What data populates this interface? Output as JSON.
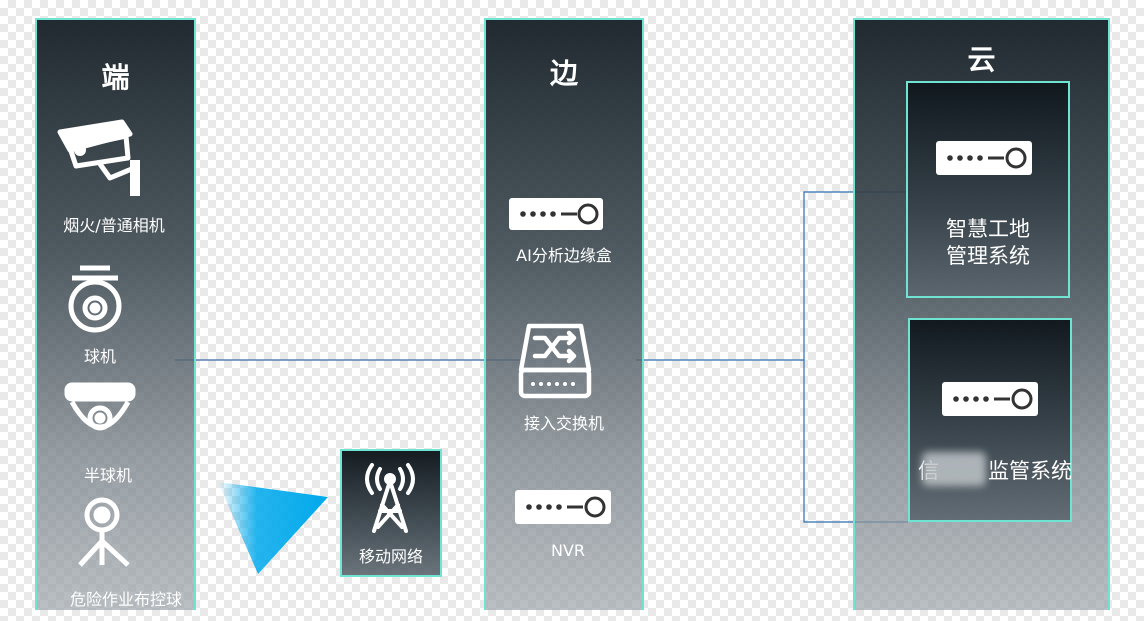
{
  "columns": {
    "end": {
      "title": "端"
    },
    "edge": {
      "title": "边"
    },
    "cloud": {
      "title": "云"
    }
  },
  "end_devices": [
    {
      "label": "烟火/普通相机",
      "icon": "bullet-camera-icon"
    },
    {
      "label": "球机",
      "icon": "dome-camera-icon"
    },
    {
      "label": "半球机",
      "icon": "hemisphere-camera-icon"
    },
    {
      "label": "危险作业布控球",
      "icon": "tripod-camera-icon"
    }
  ],
  "network": {
    "label": "移动网络",
    "icon": "signal-tower-icon"
  },
  "edge_devices": [
    {
      "label": "AI分析边缘盒",
      "icon": "server-box-icon"
    },
    {
      "label": "接入交换机",
      "icon": "switch-icon"
    },
    {
      "label": "NVR",
      "icon": "server-box-icon"
    }
  ],
  "cloud_systems": [
    {
      "label_line1": "智慧工地",
      "label_line2": "管理系统",
      "icon": "server-box-icon"
    },
    {
      "label_prefix": "信",
      "label_suffix": "监管系统",
      "icon": "server-box-icon"
    }
  ],
  "colors": {
    "accent": "#6fe4d2",
    "wire_end": "#3a67a8",
    "wire_cloud": "#2f6fb0",
    "signal": "#00a9ec"
  }
}
